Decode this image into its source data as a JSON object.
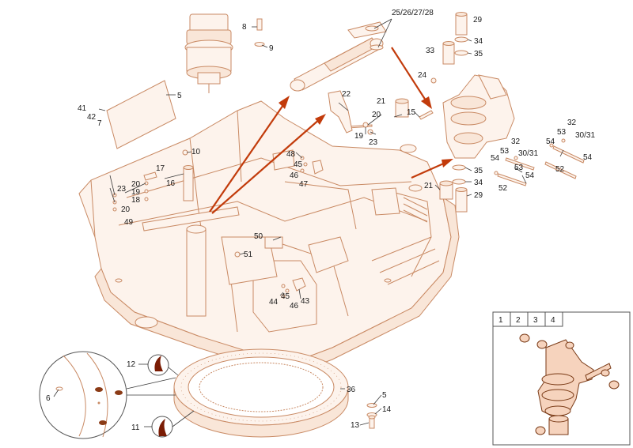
{
  "labels": {
    "l1": "25/26/27/28",
    "l2": "29",
    "l3": "8",
    "l4": "9",
    "l5": "34",
    "l6": "33",
    "l7": "35",
    "l8": "24",
    "l9": "5",
    "l10": "22",
    "l11": "41",
    "l12": "42",
    "l13": "7",
    "l14": "21",
    "l15": "20",
    "l16": "15",
    "l17": "19",
    "l18": "23",
    "l19": "32",
    "l20": "53",
    "l21": "30/31",
    "l22": "54",
    "l23": "10",
    "l24": "48",
    "l25": "45",
    "l26": "46",
    "l27": "47",
    "l28": "17",
    "l29": "16",
    "l30": "23",
    "l31": "20",
    "l32": "19",
    "l33": "18",
    "l34": "20",
    "l35": "49",
    "l36": "35",
    "l37": "34",
    "l38": "21",
    "l39": "29",
    "l40": "53",
    "l41": "32",
    "l42": "54",
    "l43": "30/31",
    "l44": "53",
    "l45": "54",
    "l46": "52",
    "l47": "52",
    "l48": "54",
    "l49": "50",
    "l50": "51",
    "l51": "45",
    "l52": "44",
    "l53": "46",
    "l54": "43",
    "l55": "12",
    "l56": "6",
    "l57": "36",
    "l58": "5",
    "l59": "14",
    "l60": "11",
    "l61": "13"
  },
  "inset": {
    "tabs": [
      "1",
      "2",
      "3",
      "4"
    ]
  }
}
